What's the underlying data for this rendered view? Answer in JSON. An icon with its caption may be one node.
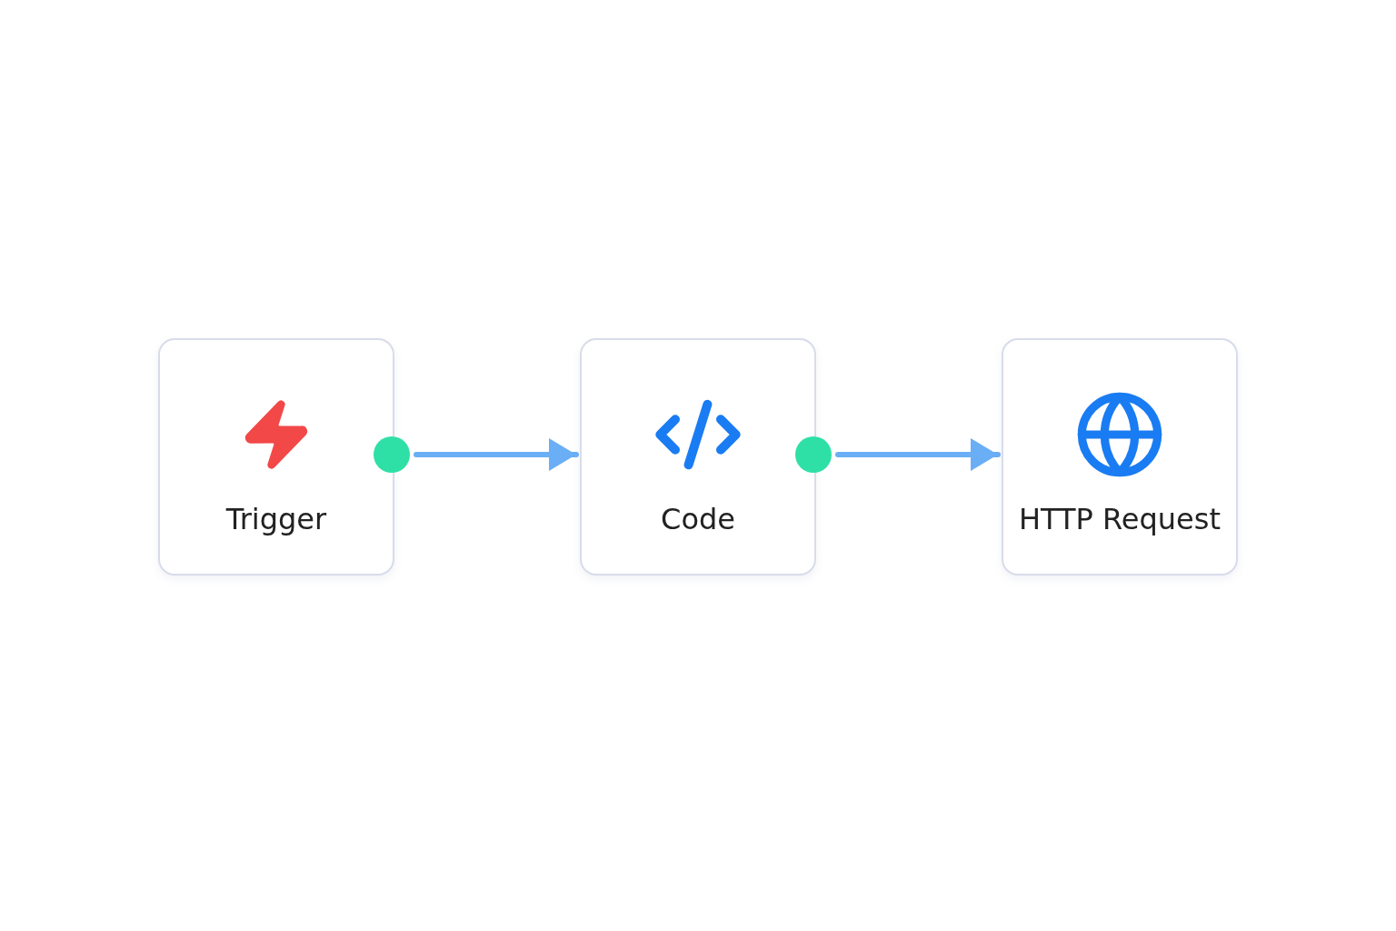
{
  "diagram": {
    "nodes": [
      {
        "text": [
          "Trigger"
        ]
      },
      {
        "text": [
          "Code"
        ]
      },
      {
        "text": [
          "HTTP Request"
        ]
      }
    ],
    "edges": [
      {
        "from": 0,
        "to": 1,
        "arrow": "to"
      },
      {
        "from": 1,
        "to": 2,
        "arrow": "to"
      }
    ]
  }
}
